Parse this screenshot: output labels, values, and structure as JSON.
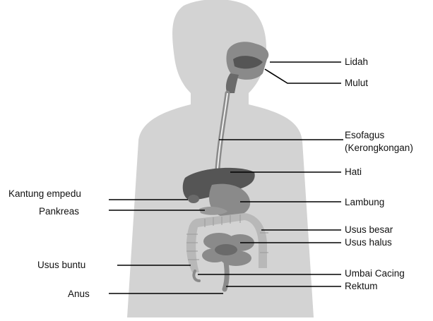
{
  "diagram": {
    "colors": {
      "body": "#d3d3d3",
      "organ_dark": "#555555",
      "organ_mid": "#8a8a8a",
      "organ_light": "#c4c4c4",
      "leader_line": "#000000"
    },
    "labels": {
      "lidah": "Lidah",
      "mulut": "Mulut",
      "esofagus": "Esofagus",
      "kerongkongan": "(Kerongkongan)",
      "hati": "Hati",
      "kantung_empedu": "Kantung empedu",
      "pankreas": "Pankreas",
      "lambung": "Lambung",
      "usus_besar": "Usus besar",
      "usus_halus": "Usus halus",
      "usus_buntu": "Usus buntu",
      "umbai_cacing": "Umbai Cacing",
      "rektum": "Rektum",
      "anus": "Anus"
    }
  }
}
